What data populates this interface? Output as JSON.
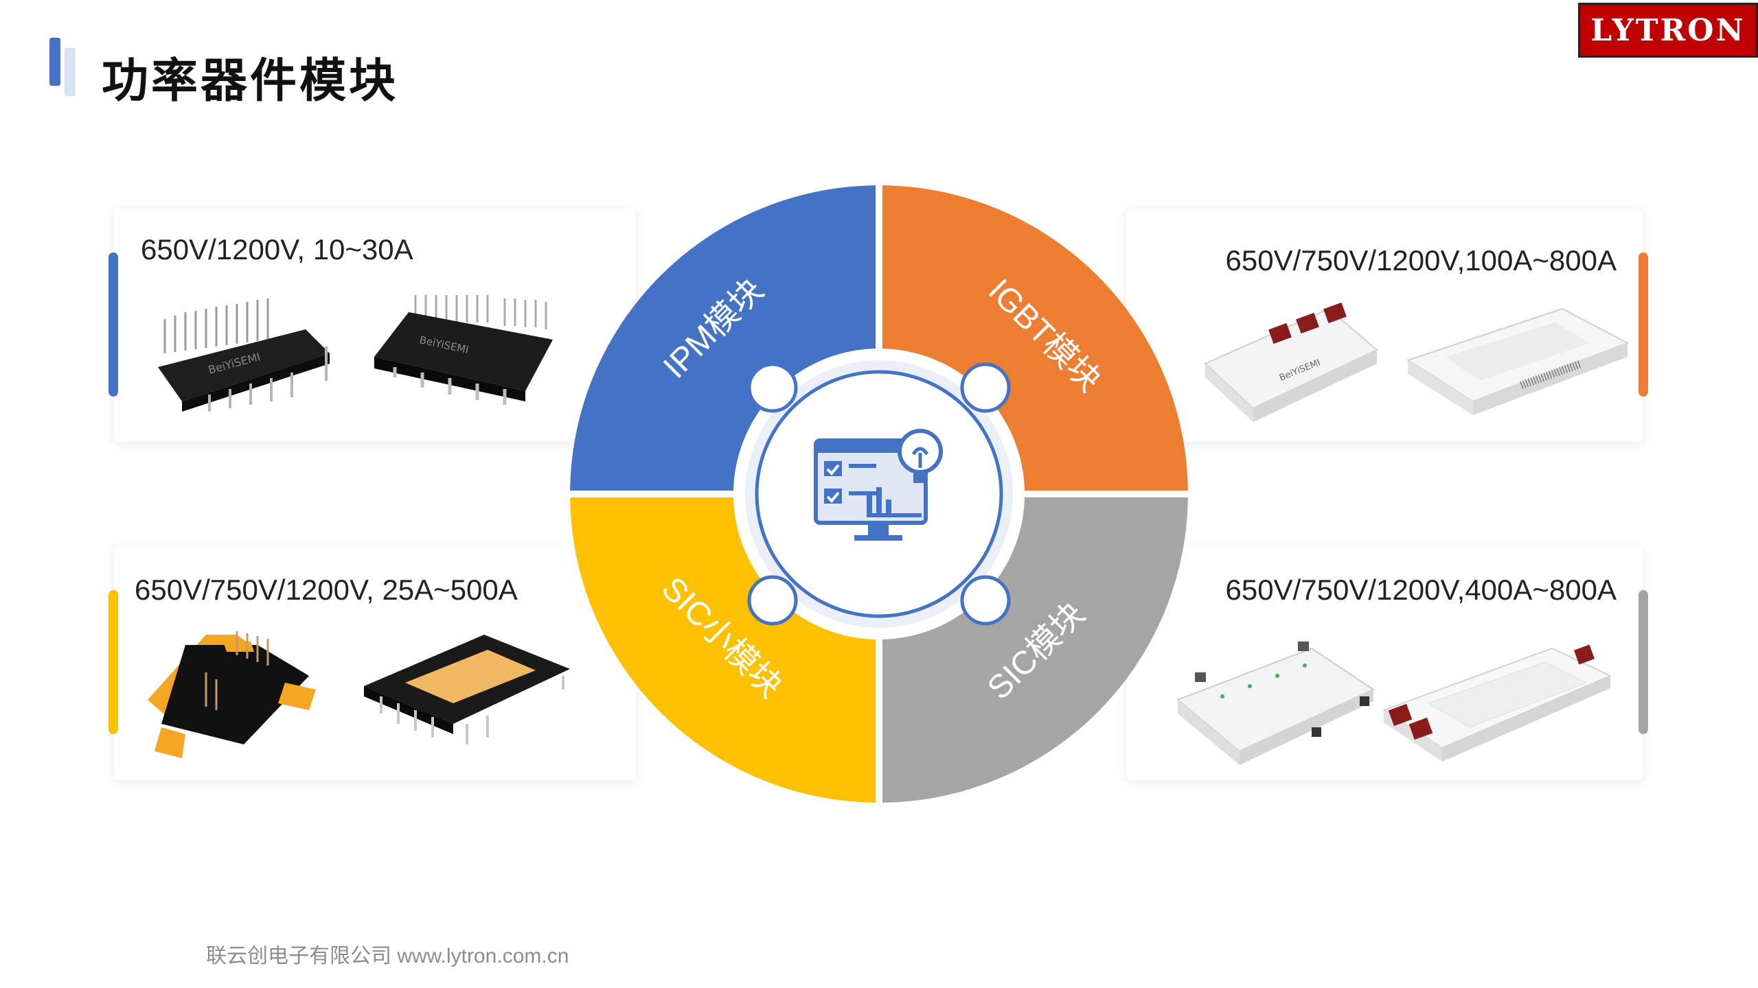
{
  "header": {
    "title": "功率器件模块",
    "logo": "LYTRON"
  },
  "segments": [
    {
      "label": "IPM模块",
      "color": "#4472C4"
    },
    {
      "label": "IGBT模块",
      "color": "#ED7D31"
    },
    {
      "label": "SIC模块",
      "color": "#A5A5A5"
    },
    {
      "label": "SIC小模块",
      "color": "#FFC000"
    }
  ],
  "cards": {
    "ipm": {
      "spec": "650V/1200V, 10~30A"
    },
    "igbt": {
      "spec": "650V/750V/1200V,100A~800A"
    },
    "sic_small": {
      "spec": "650V/750V/1200V, 25A~500A"
    },
    "sic": {
      "spec": "650V/750V/1200V,400A~800A"
    }
  },
  "center_icon": "dashboard-idea-icon",
  "footer": {
    "text": "联云创电子有限公司 www.lytron.com.cn"
  }
}
